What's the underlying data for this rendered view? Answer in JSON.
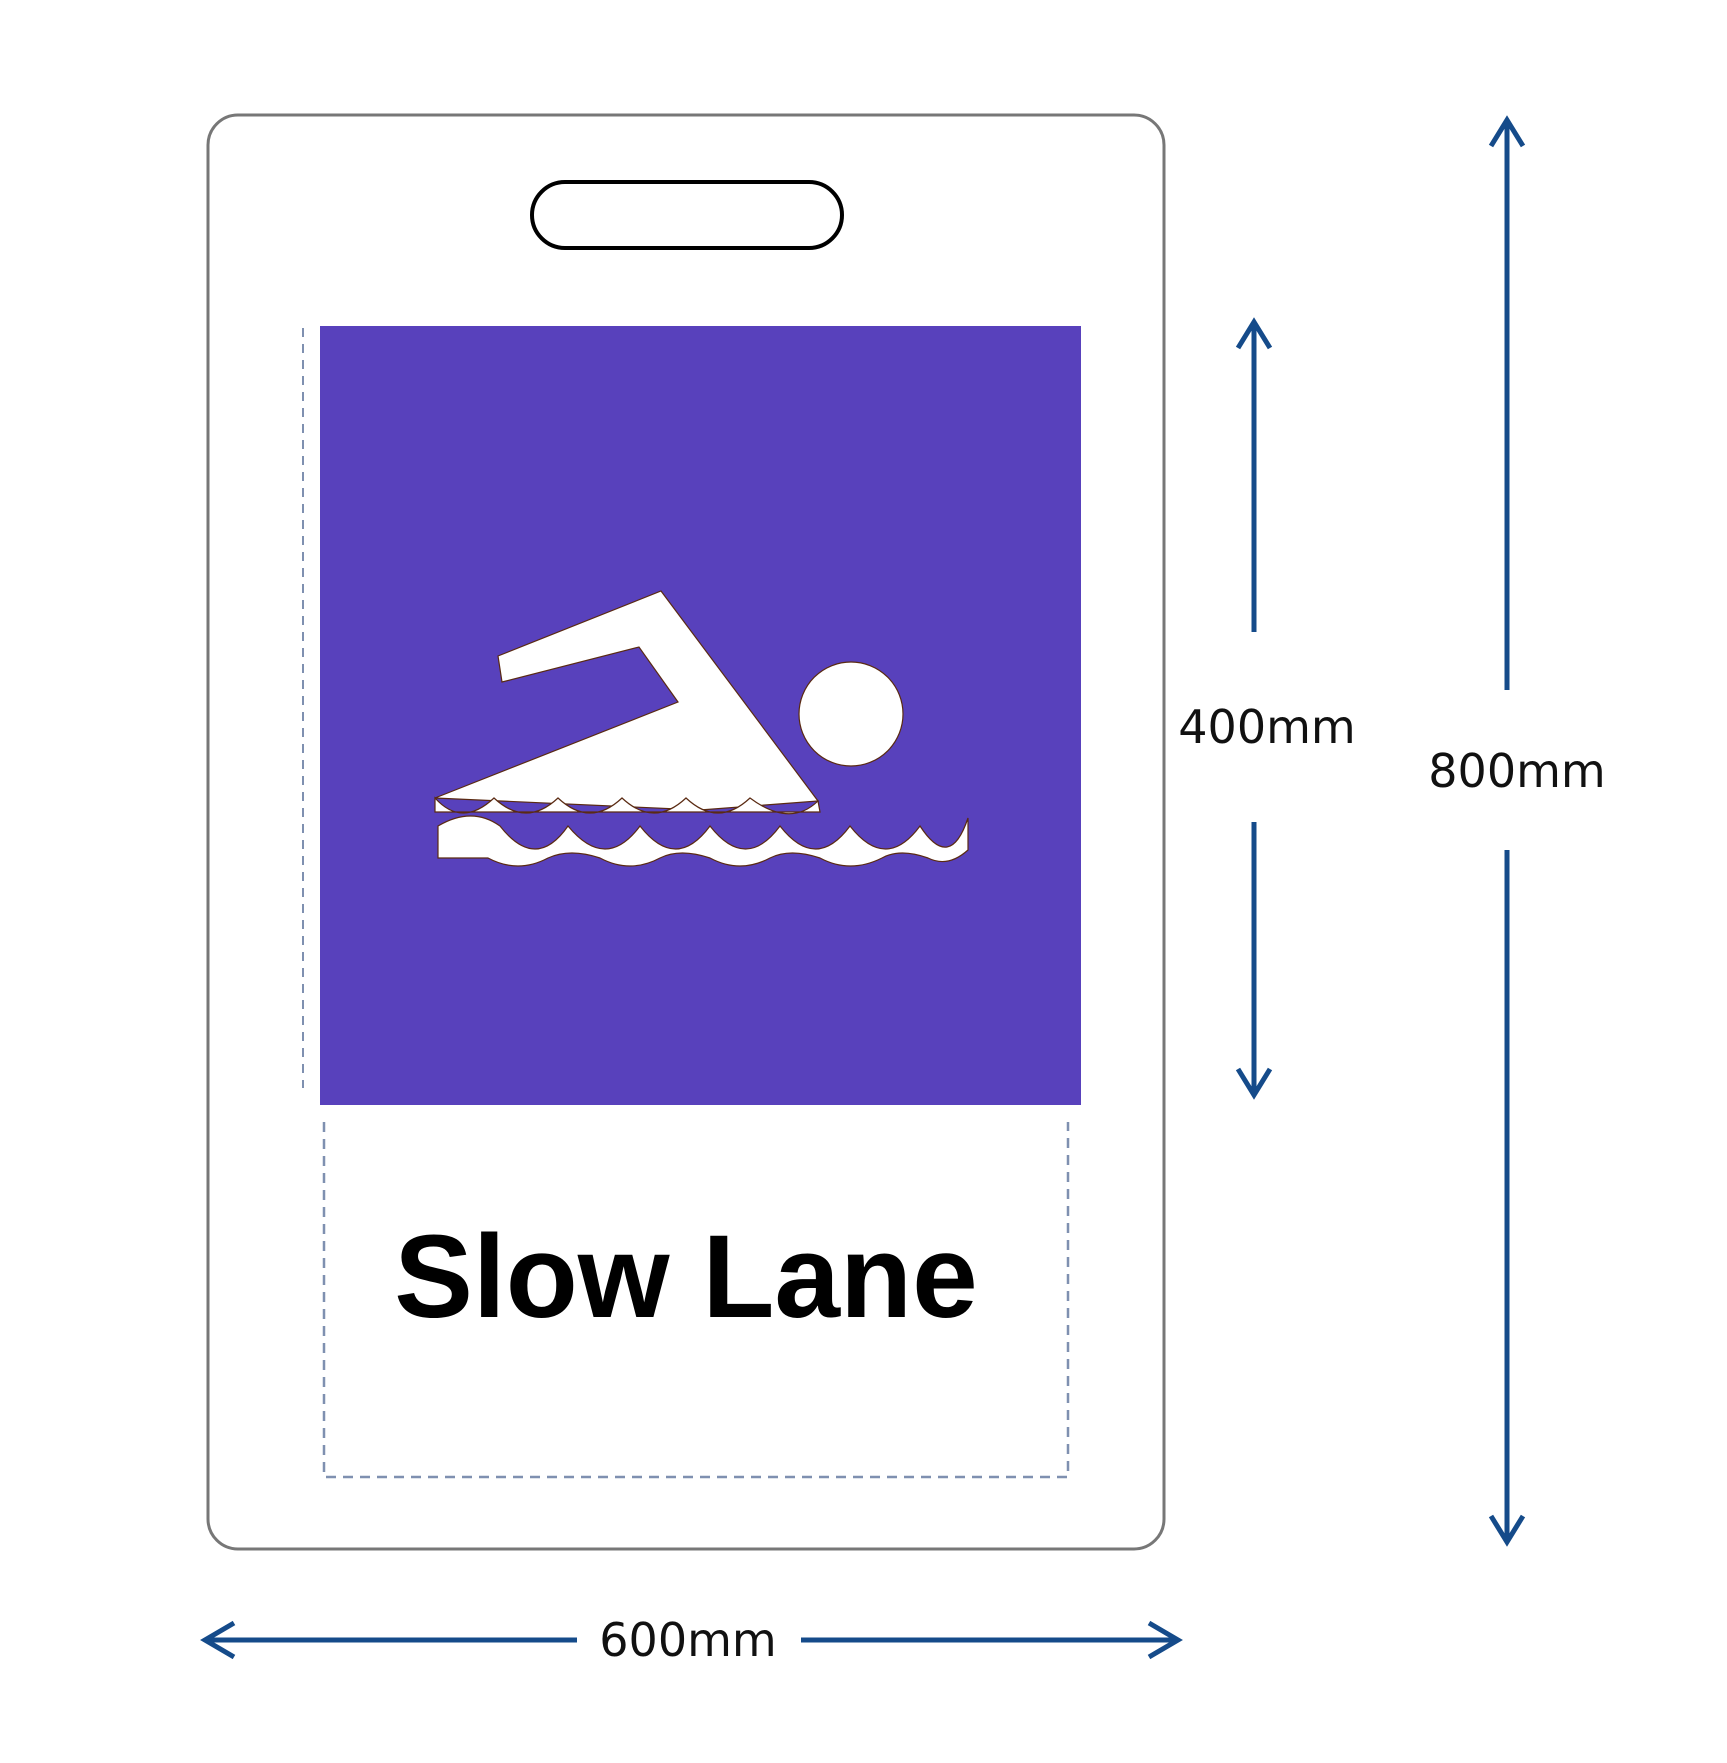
{
  "sign": {
    "text": "Slow Lane",
    "panel_color": "#5841bc",
    "text_color": "#000000",
    "board_color": "#ffffff",
    "board_border_color": "#777777",
    "symbol": "swimmer-icon"
  },
  "dimensions": {
    "panel_height": "400mm",
    "total_height": "800mm",
    "width": "600mm",
    "arrow_color": "#154b8a",
    "guide_color": "#7f90b0"
  }
}
